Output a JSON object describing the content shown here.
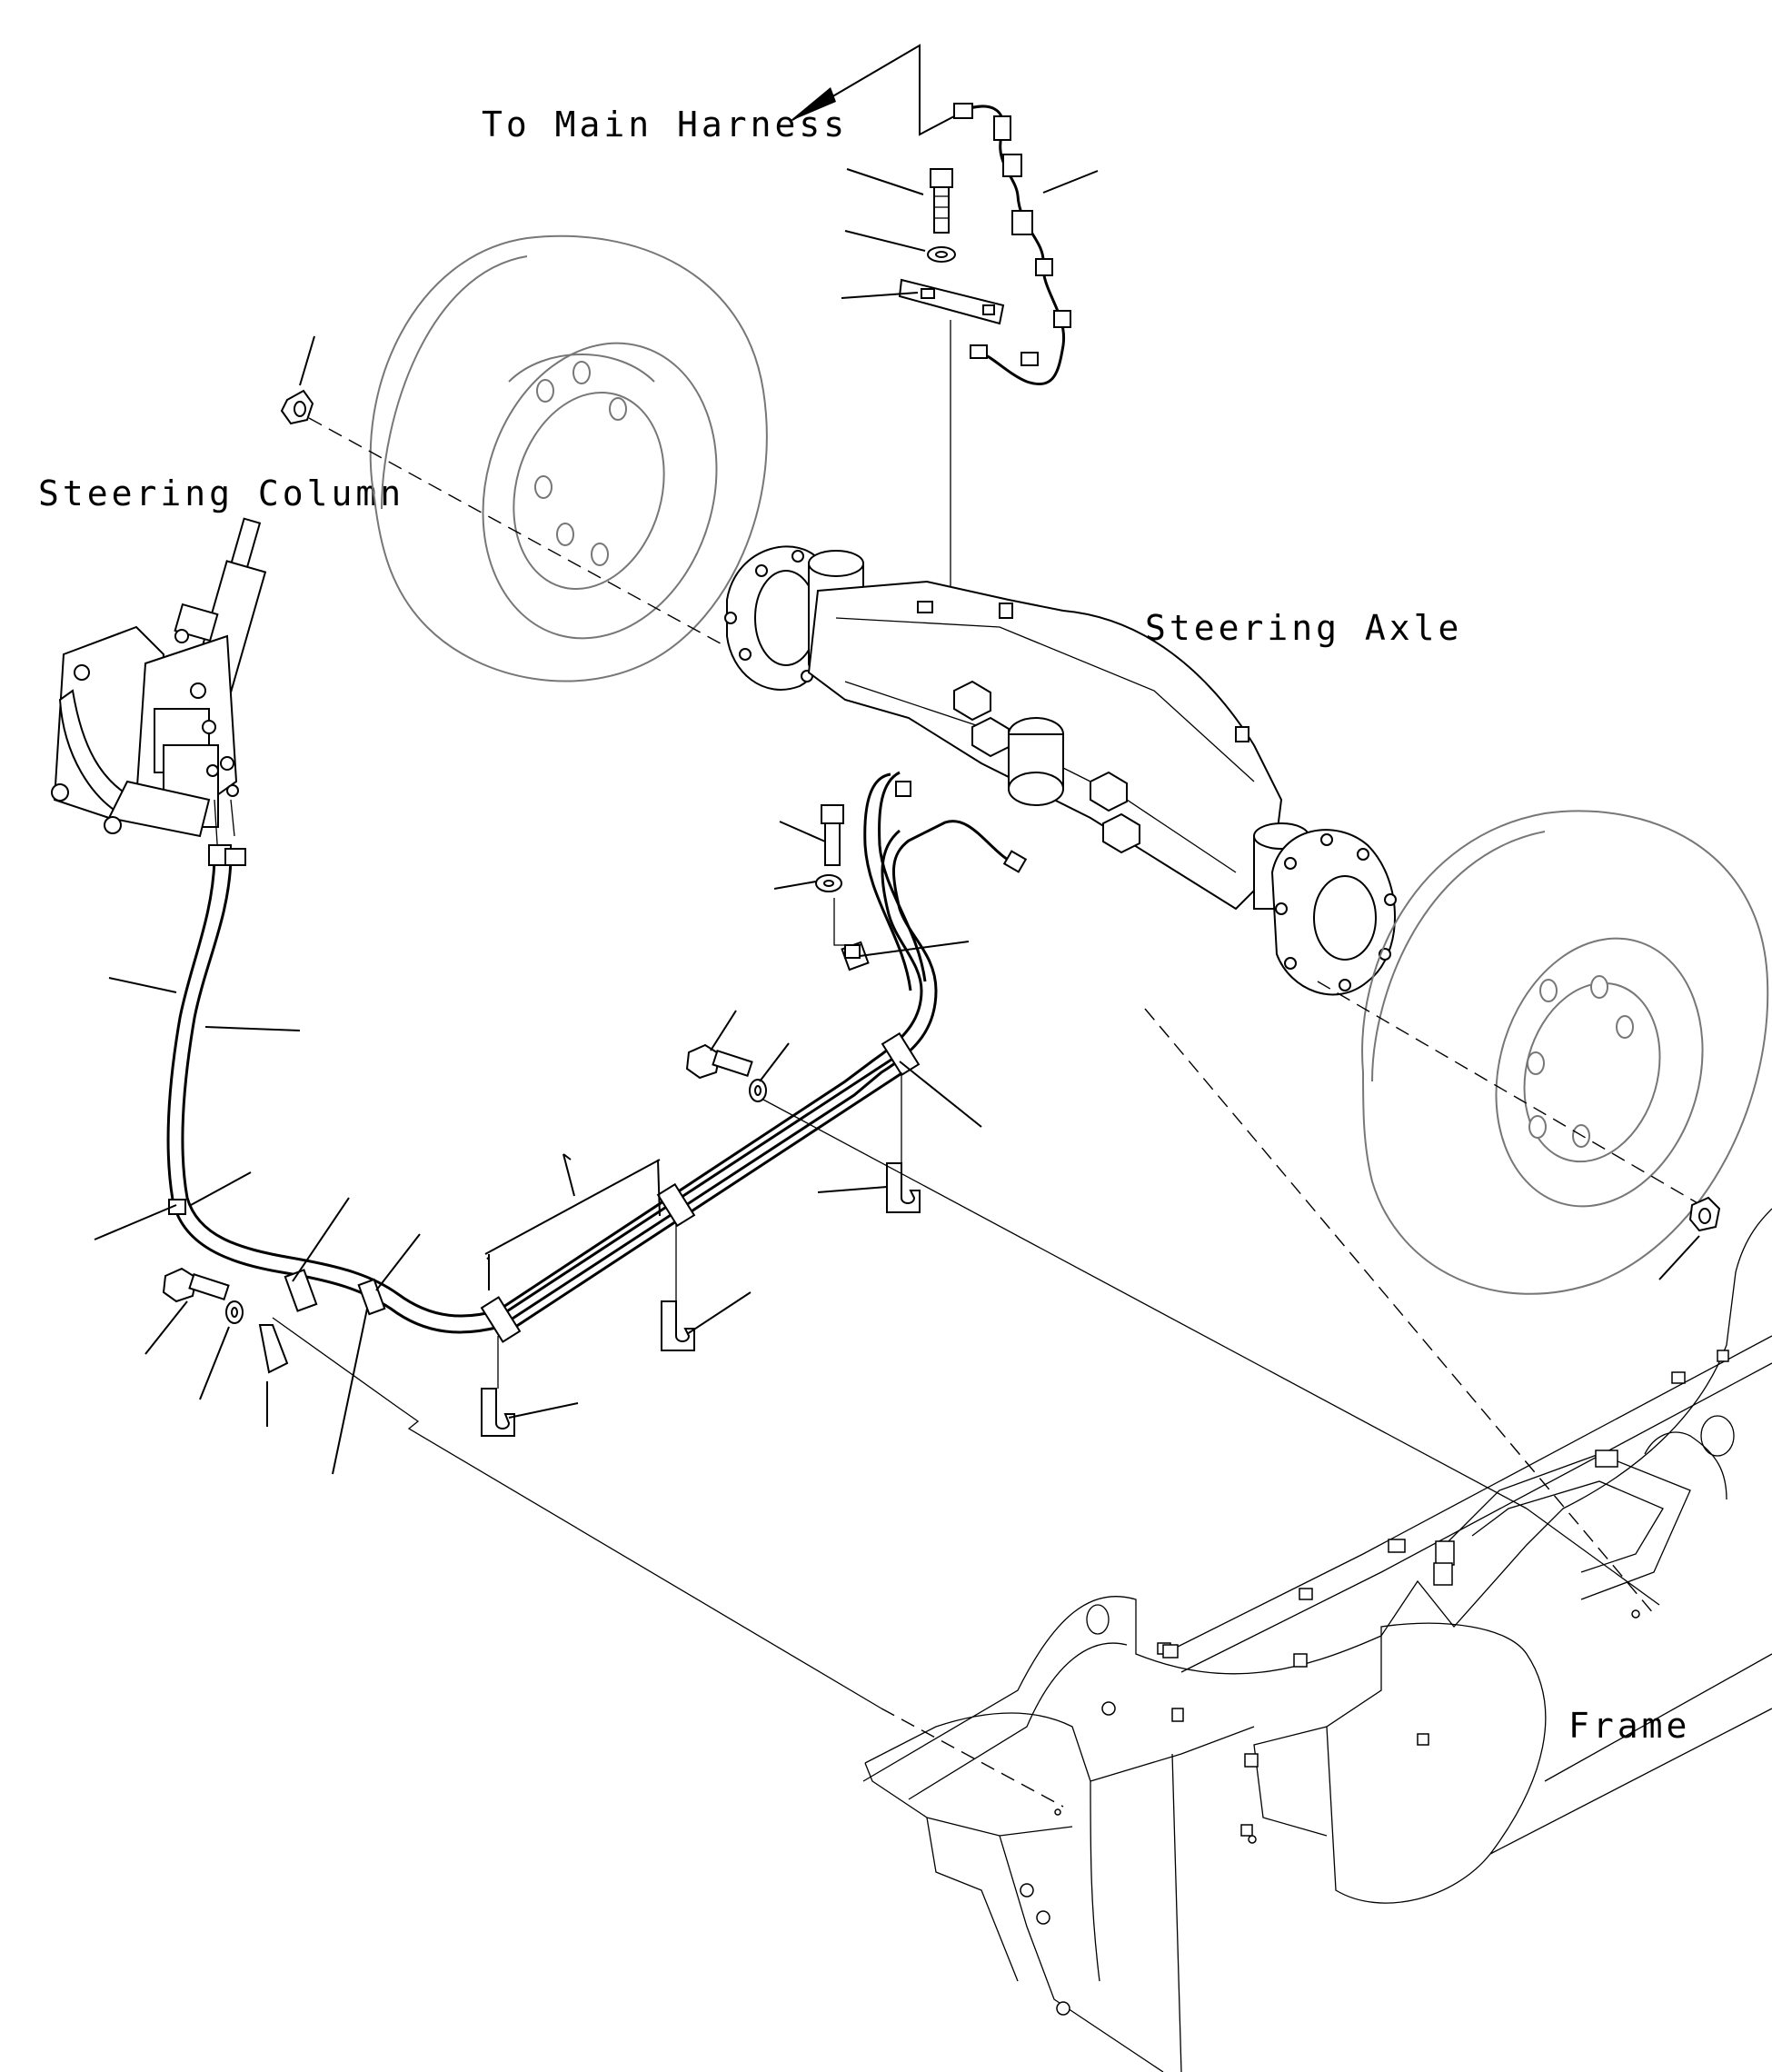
{
  "labels": {
    "to_main_harness": "To Main Harness",
    "steering_column": "Steering Column",
    "steering_axle": "Steering Axle",
    "frame": "Frame"
  }
}
